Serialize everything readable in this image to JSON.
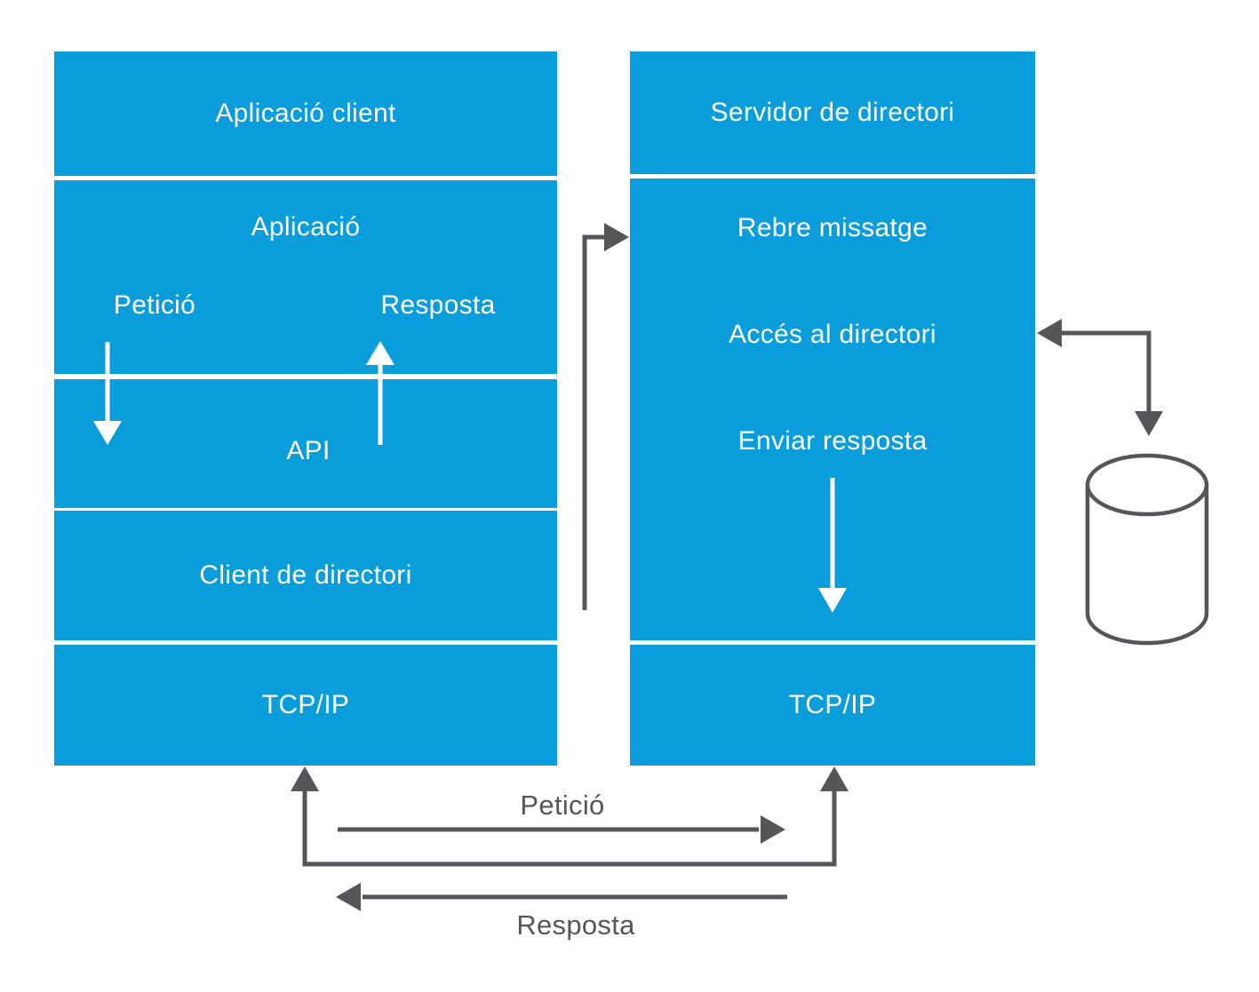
{
  "colors": {
    "box_blue": "#0a9ddb",
    "line_gray": "#54565a",
    "text_white": "#ffffff"
  },
  "client": {
    "title": "Aplicació client",
    "application_layer": "Aplicació",
    "request_label": "Petició",
    "response_label": "Resposta",
    "api_layer": "API",
    "directory_client_layer": "Client de directori",
    "tcpip_layer": "TCP/IP"
  },
  "server": {
    "title": "Servidor de directori",
    "steps": [
      "Rebre missatge",
      "Accés al directori",
      "Enviar resposta"
    ],
    "tcpip_layer": "TCP/IP"
  },
  "network": {
    "request_label": "Petició",
    "response_label": "Resposta"
  },
  "icons": {
    "database": "database-cylinder-icon"
  }
}
